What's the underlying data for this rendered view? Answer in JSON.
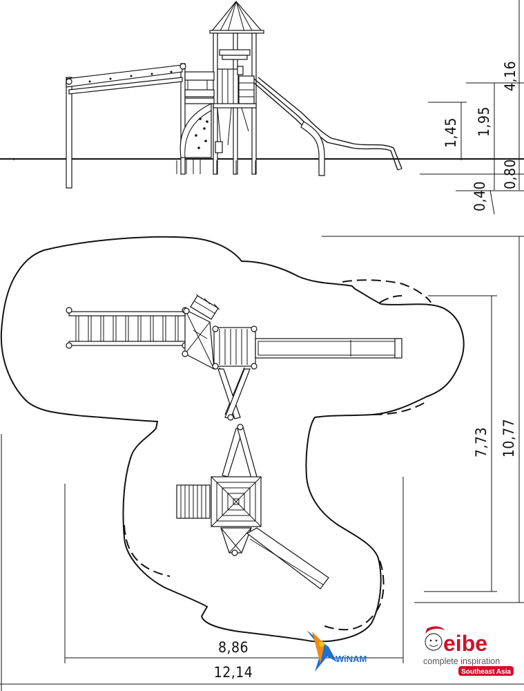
{
  "dimensions": {
    "height_total": "4,16",
    "height_platform_high": "1,95",
    "height_platform_low": "1,45",
    "depth_foundation": "0,80",
    "depth_foundation_small": "0,40",
    "width_inner": "8,86",
    "width_total": "12,14",
    "length_inner": "7,73",
    "length_total": "10,77"
  },
  "logos": {
    "winam": {
      "text": "WiNAM"
    },
    "eibe": {
      "name": "eibe",
      "tagline": "complete inspiration",
      "region": "Southeast Asia",
      "brand_color": "#d0112b"
    }
  }
}
